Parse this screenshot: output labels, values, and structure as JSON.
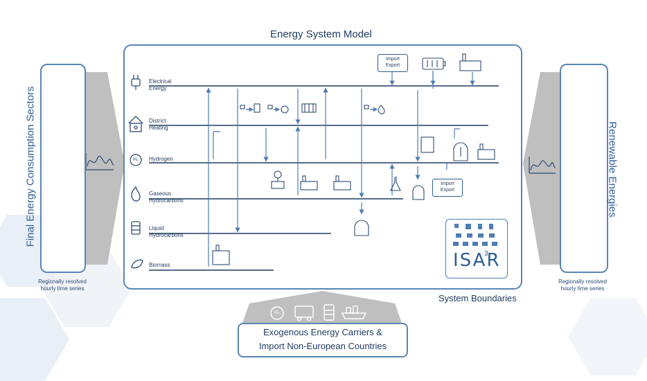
{
  "main": {
    "title": "Energy System Model",
    "system_boundaries": "System Boundaries"
  },
  "left": {
    "title": "Final Energy Consumption Sectors",
    "caption_line1": "Regionally resolved",
    "caption_line2": "hourly time series"
  },
  "right": {
    "title": "Renewable Energies",
    "caption_line1": "Regionally resolved",
    "caption_line2": "hourly time series"
  },
  "rows": [
    {
      "line1": "Electrical",
      "line2": "Energy",
      "icon": "plug-icon"
    },
    {
      "line1": "District",
      "line2": "Heating",
      "icon": "house-thermometer-icon"
    },
    {
      "line1": "Hydrogen",
      "line2": "",
      "icon": "h2-icon"
    },
    {
      "line1": "Gaseous",
      "line2": "Hydrocarbons",
      "icon": "flame-icon"
    },
    {
      "line1": "Liquid",
      "line2": "Hydrocarbons",
      "icon": "barrel-icon"
    },
    {
      "line1": "Biomass",
      "line2": "",
      "icon": "leaf-icon"
    }
  ],
  "boxes": {
    "import_export_top": {
      "line1": "Import",
      "line2": "Export"
    },
    "import_export_mid": {
      "line1": "Import",
      "line2": "Export"
    }
  },
  "logo": {
    "text": "ISAR",
    "superscript": "3"
  },
  "bottom": {
    "line1": "Exogenous Energy Carriers &",
    "line2": "Import Non-European Countries",
    "h2_label": "H₂"
  },
  "h2_badge": "H₂"
}
